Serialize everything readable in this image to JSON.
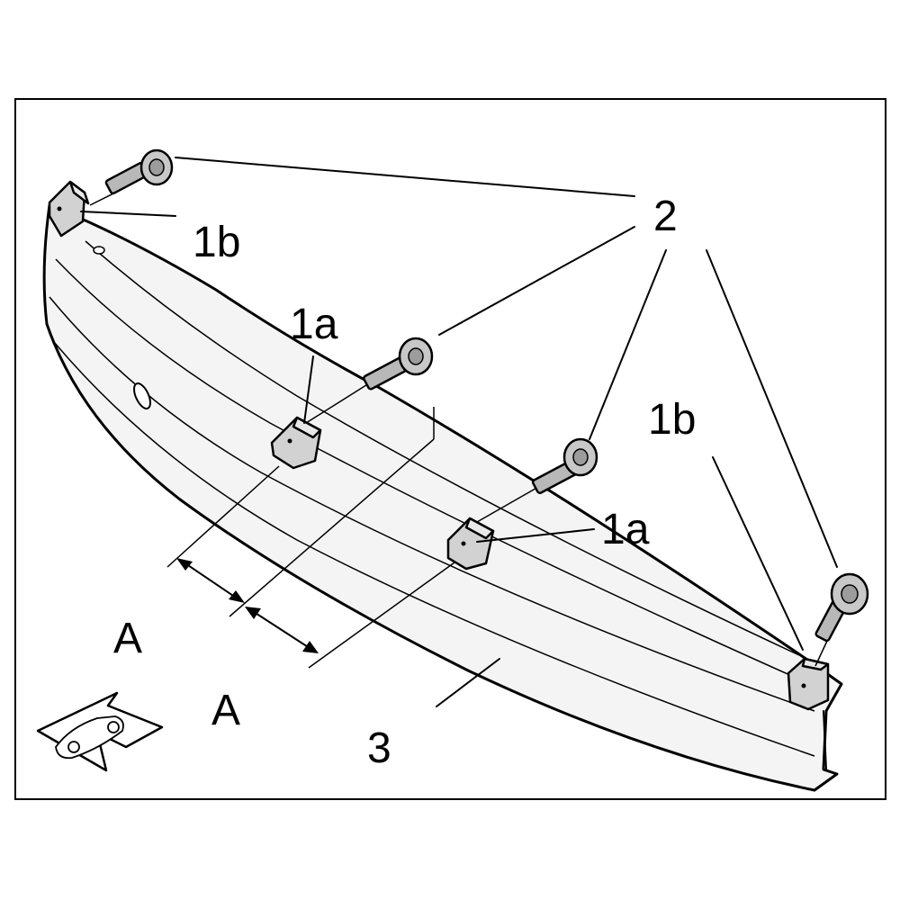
{
  "labels": {
    "bracket_outer": "1b",
    "bracket_inner": "1a",
    "screw": "2",
    "bumper_beam": "3",
    "dimension": "A"
  },
  "colors": {
    "line": "#000000",
    "bumper_fill": "#f4f4f4",
    "part_fill": "#d2d2d2",
    "screw_fill": "#b8b8b8"
  },
  "icons": {
    "front_indicator": "car-direction-arrow-icon"
  }
}
